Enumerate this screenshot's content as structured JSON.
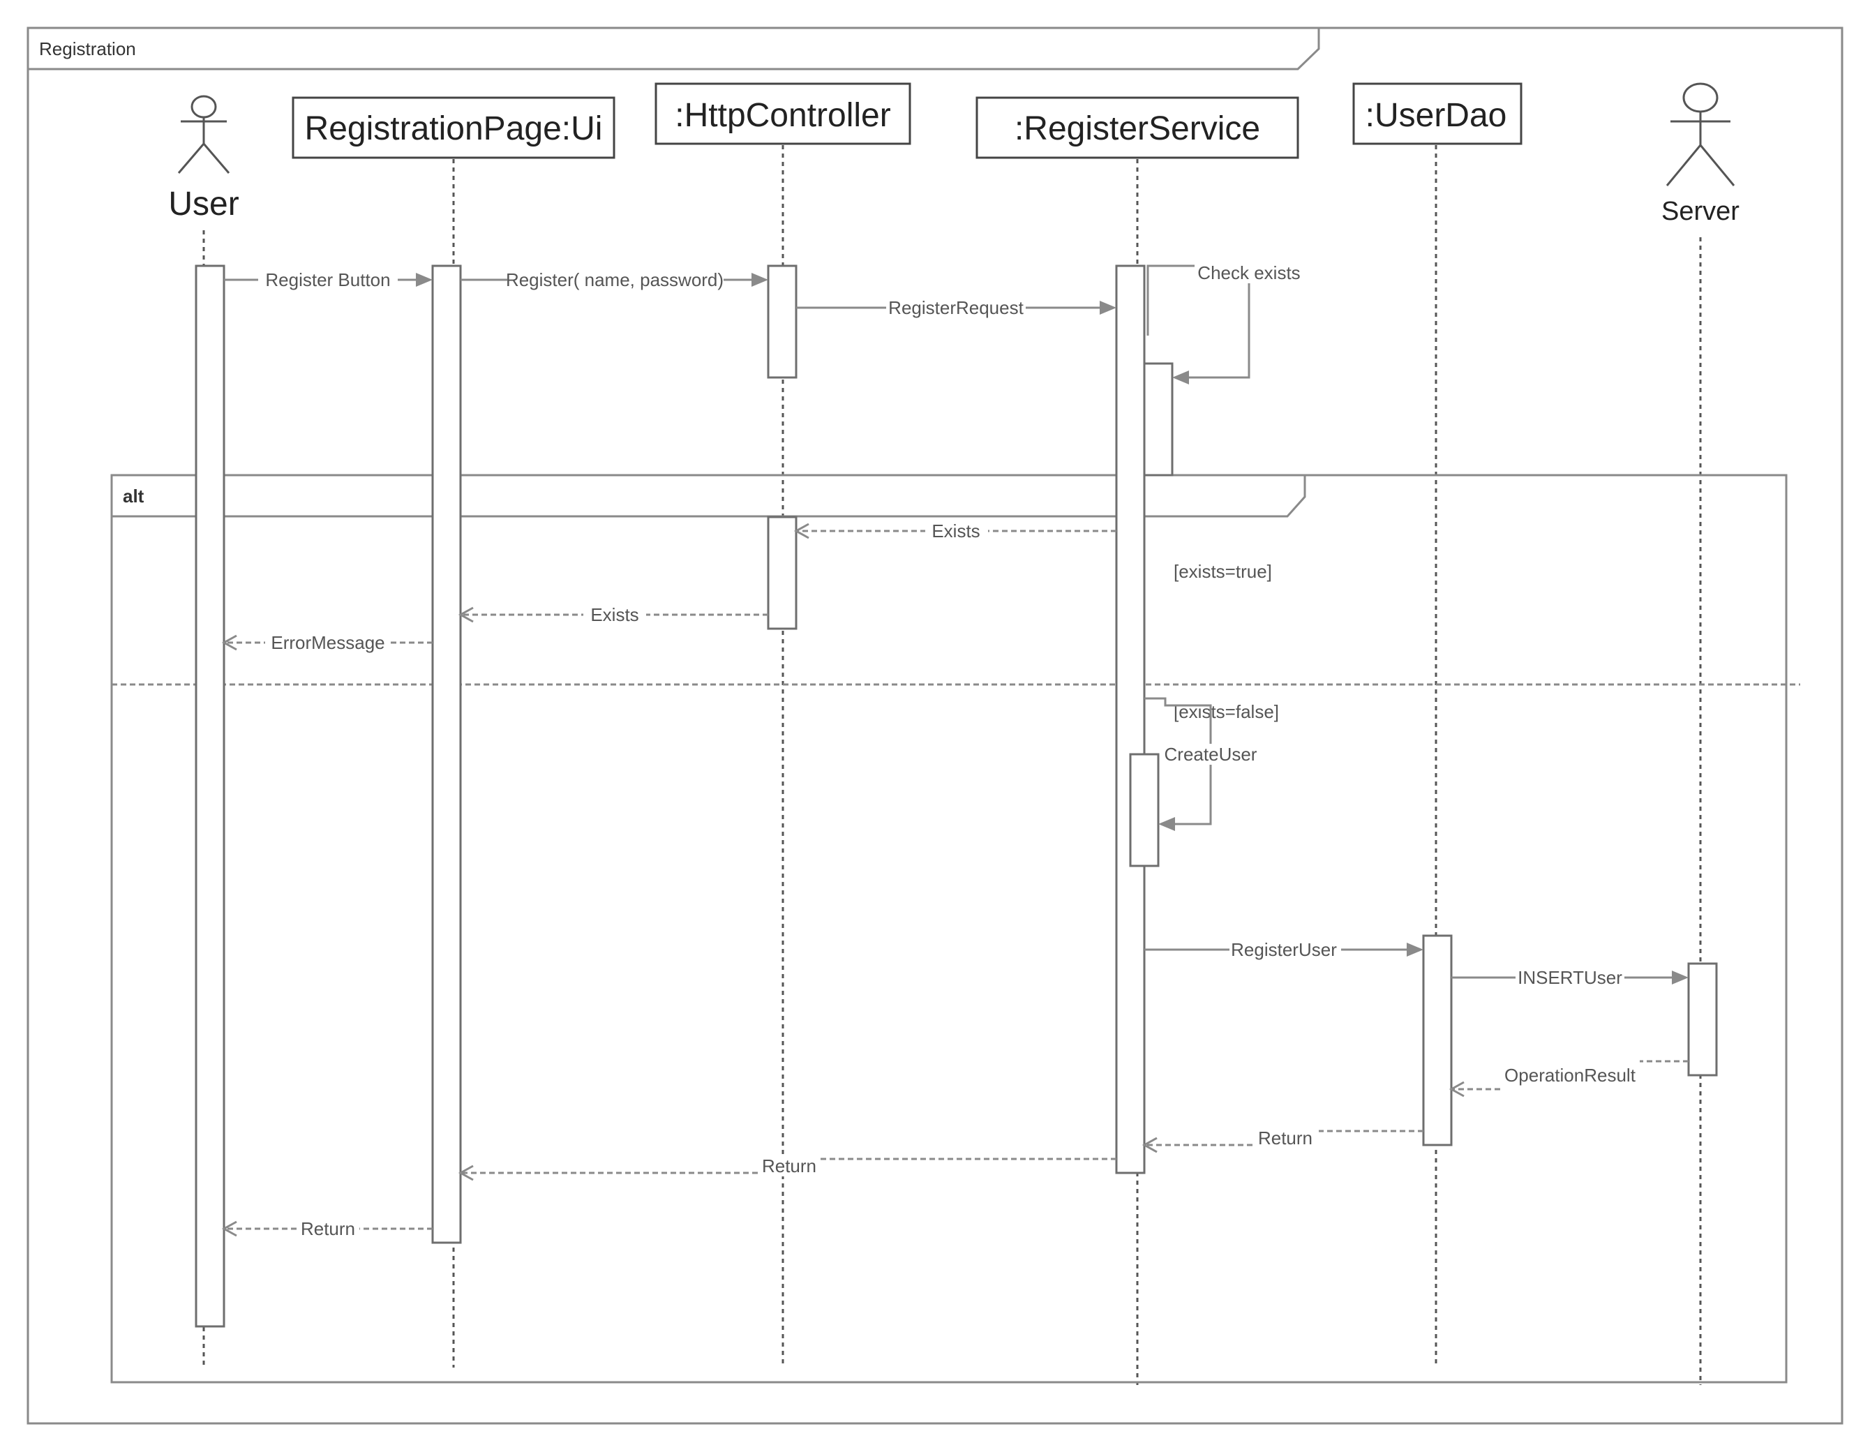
{
  "frame": {
    "title": "Registration"
  },
  "alt": {
    "label": "alt",
    "guard_true": "[exists=true]",
    "guard_false": "[exists=false]"
  },
  "participants": {
    "user": "User",
    "ui": "RegistrationPage:Ui",
    "controller": ":HttpController",
    "service": ":RegisterService",
    "dao": ":UserDao",
    "server": "Server"
  },
  "messages": {
    "register_button": "Register Button",
    "register_call": "Register( name, password)",
    "register_request": "RegisterRequest",
    "check_exists": "Check exists",
    "exists_to_controller": "Exists",
    "exists_to_ui": "Exists",
    "error_message": "ErrorMessage",
    "create_user": "CreateUser",
    "register_user": "RegisterUser",
    "insert_user": "INSERTUser",
    "operation_result": "OperationResult",
    "return_dao": "Return",
    "return_service": "Return",
    "return_ui": "Return"
  }
}
